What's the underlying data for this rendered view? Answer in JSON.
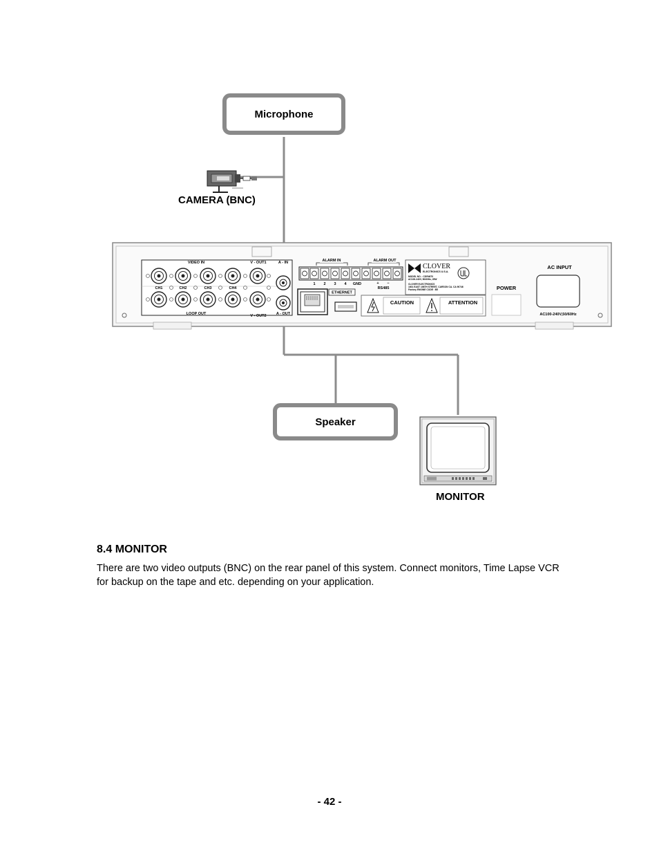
{
  "diagram": {
    "microphone_label": "Microphone",
    "camera_label": "CAMERA (BNC)",
    "speaker_label": "Speaker",
    "monitor_label": "MONITOR",
    "panel": {
      "video_in": "VIDEO IN",
      "v_out1": "V - OUT1",
      "a_in": "A - IN",
      "loop_out": "LOOP OUT",
      "v_out2": "V - OUT2",
      "a_out": "A - OUT",
      "channels": [
        "CH1",
        "CH2",
        "CH3",
        "CH4"
      ],
      "alarm_in": "ALARM IN",
      "alarm_out": "ALARM OUT",
      "alarm_in_numbers": [
        "1",
        "2",
        "3",
        "4",
        "GND"
      ],
      "rs485_pins": [
        "+",
        "−"
      ],
      "rs485": "RS485",
      "ethernet": "ETHERNET",
      "caution": "CAUTION",
      "attention": "ATTENTION",
      "brand": "CLOVER",
      "brand_sub": "ELECTRONICS U.S.A.",
      "model_line1": "MODEL NO. : CDR4670",
      "model_line2": "AC100-240V, 50/60Hz, 25W",
      "address_line1": "CLOVER ELECTRONICS",
      "address_line2": "1601 EAST 198TH STREET, CARSON CA. CA 90746",
      "address_line3": "Factory ENGINE CODE : B5",
      "power": "POWER",
      "ac_input": "AC INPUT",
      "ac_rating": "AC100-240V,50/60Hz"
    }
  },
  "section": {
    "heading": "8.4 MONITOR",
    "paragraph": "There are two video outputs (BNC) on the rear panel of this system. Connect monitors, Time Lapse VCR for backup on the tape and etc. depending on your application."
  },
  "page_number": "- 42 -"
}
